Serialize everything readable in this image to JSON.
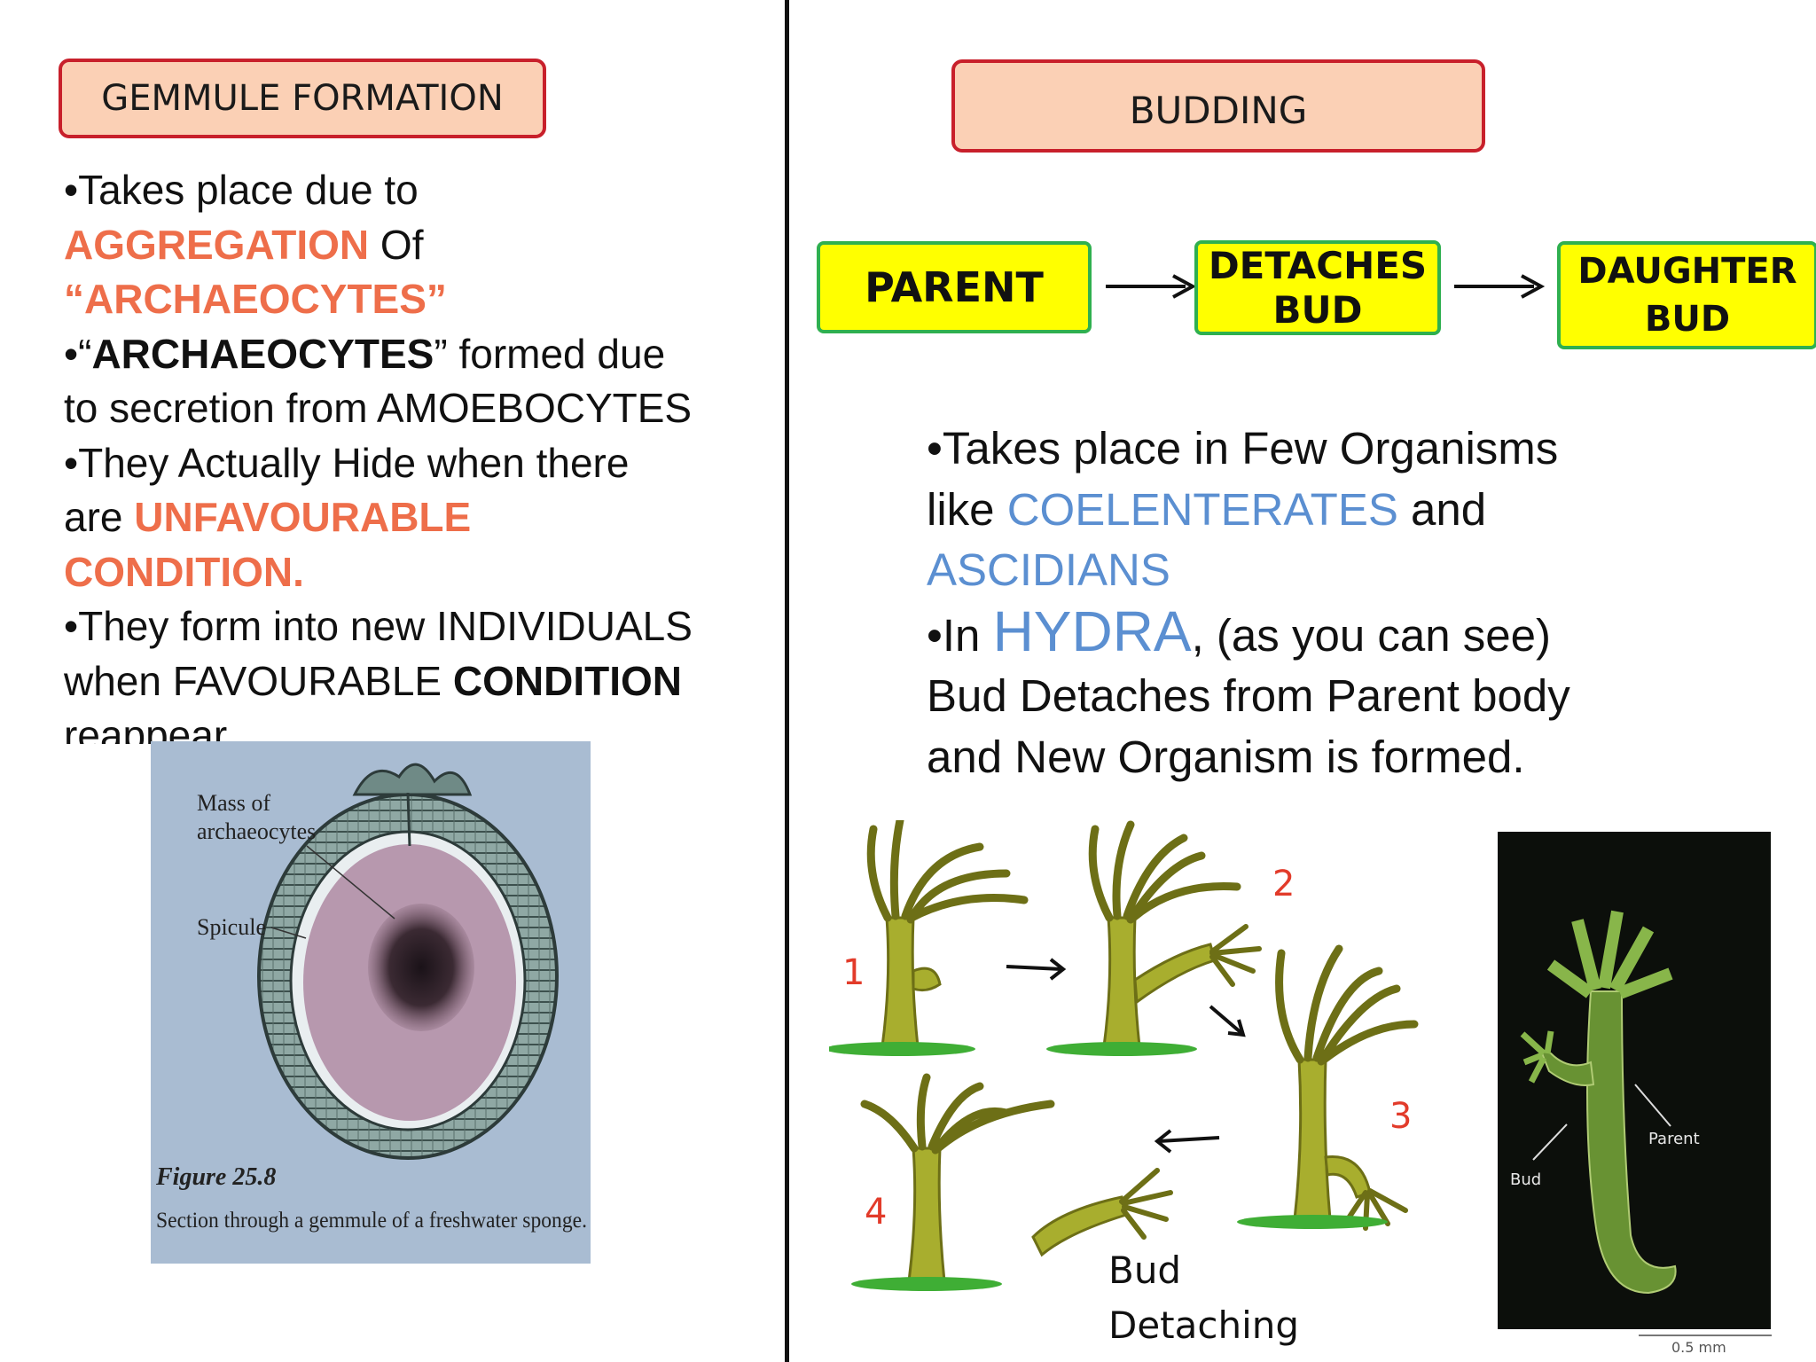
{
  "left": {
    "title": "GEMMULE FORMATION",
    "bullets": {
      "p1_a": "•Takes place due to",
      "p1_b": "AGGREGATION",
      "p1_c": " Of",
      "p1_d": "“ARCHAEOCYTES”",
      "p2_a": "•“",
      "p2_b": "ARCHAEOCYTES",
      "p2_c": "” formed due",
      "p2_d": "to secretion from AMOEBOCYTES",
      "p3_a": "•They Actually Hide when there",
      "p3_b": "are ",
      "p3_c": "UNFAVOURABLE",
      "p3_d": "CONDITION.",
      "p4_a": "•They form into new INDIVIDUALS",
      "p4_b": "when FAVOURABLE ",
      "p4_c": "CONDITION",
      "p4_d": "reappear"
    },
    "figure": {
      "label_mass": "Mass of",
      "label_arch": "archaeocytes",
      "label_spicule": "Spicule",
      "fig_num": "Figure 25.8",
      "fig_caption": "Section through a gemmule of a freshwater sponge."
    }
  },
  "right": {
    "title": "BUDDING",
    "flow": {
      "parent": "PARENT",
      "detaches_1": "DETACHES",
      "detaches_2": "BUD",
      "daughter_1": "DAUGHTER",
      "daughter_2": "BUD"
    },
    "text": {
      "l1": "•Takes place in Few Organisms",
      "l2_a": "like ",
      "l2_b": "COELENTERATES",
      "l2_c": " and",
      "l3": "ASCIDIANS",
      "l4_a": "•In ",
      "l4_b": "HYDRA",
      "l4_c": ", (as you can see)",
      "l5": "Bud Detaches from Parent body",
      "l6": "and New Organism is formed."
    },
    "diagram": {
      "n1": "1",
      "n2": "2",
      "n3": "3",
      "n4": "4",
      "caption_1": "Bud",
      "caption_2": "Detaching"
    },
    "photo": {
      "label_parent": "Parent",
      "label_bud": "Bud",
      "scale": "0.5 mm"
    }
  }
}
